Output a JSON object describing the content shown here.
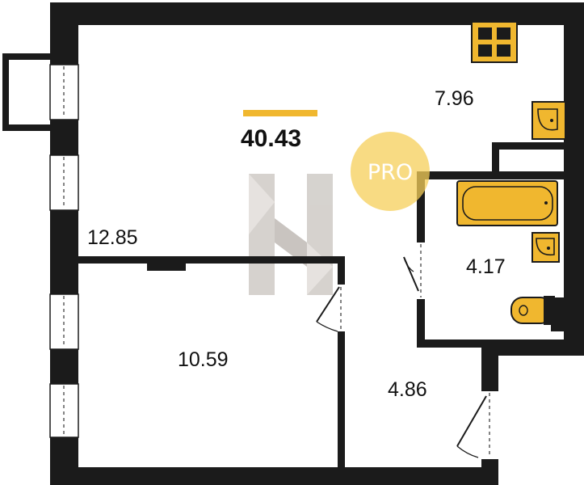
{
  "plan": {
    "total_area": "40.43",
    "rooms": {
      "kitchen_area": "7.96",
      "living_area": "12.85",
      "bedroom_area": "10.59",
      "bathroom_area": "4.17",
      "hall_area": "4.86"
    },
    "badge": {
      "text": "PRO"
    },
    "colors": {
      "wall": "#1b1b1b",
      "accent_yellow": "#f0b72f",
      "badge_yellow": "#f5cf5a",
      "watermark_grey": "#b9b3ad"
    }
  }
}
